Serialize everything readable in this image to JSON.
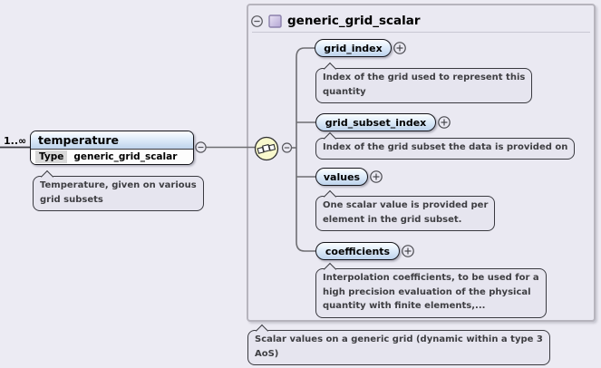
{
  "diagram": {
    "occurrence": "1..∞",
    "root_element": {
      "name": "temperature",
      "type_label": "Type",
      "type_value": "generic_grid_scalar",
      "annotation": "Temperature, given on various\ngrid subsets"
    },
    "container": {
      "title": "generic_grid_scalar",
      "annotation": "Scalar values on a generic grid (dynamic within a type 3\nAoS)",
      "compositor": "sequence",
      "children": [
        {
          "name": "grid_index",
          "annotation": "Index of the grid used to represent this\nquantity"
        },
        {
          "name": "grid_subset_index",
          "annotation": "Index of the grid subset the data is provided on"
        },
        {
          "name": "values",
          "annotation": "One scalar value is provided per\nelement in the grid subset."
        },
        {
          "name": "coefficients",
          "annotation": "Interpolation coefficients, to be used for a\nhigh precision evaluation of the physical\nquantity with finite elements,..."
        }
      ]
    },
    "icons": {
      "collapse": "minus-circle",
      "expand": "plus-circle",
      "compositor": "sequence-compositor",
      "complex_type": "complex-type-square"
    },
    "colors": {
      "background": "#ecebf3",
      "container_fill": "#eae9f2",
      "container_border": "#b6b4bd",
      "element_gradient_top": "#fbfdff",
      "element_gradient_bottom": "#bed3ec",
      "annotation_fill": "#e6e5ef",
      "sequence_fill": "#f8f8cc",
      "type_square_fill": "#c3b8dd"
    }
  }
}
